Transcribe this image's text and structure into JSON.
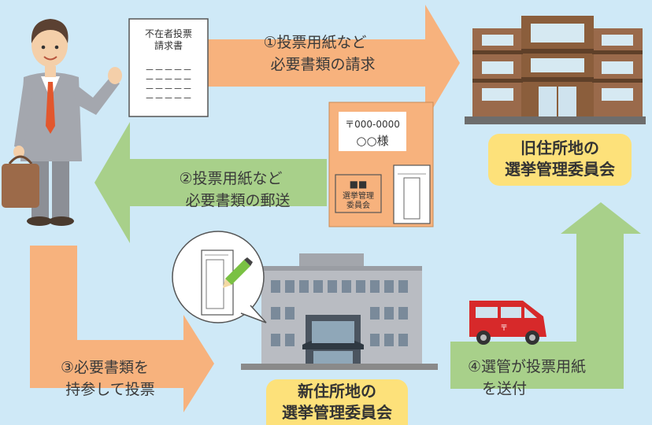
{
  "request_form": {
    "title_line1": "不在者投票",
    "title_line2": "請求書",
    "dash_lines": [
      "－－－－－",
      "－－－－－",
      "－－－－－",
      "－－－－－"
    ]
  },
  "envelope": {
    "postal_code": "〒000-0000",
    "addressee": "○○様",
    "marks": "■■",
    "sender_line1": "選挙管理",
    "sender_line2": "委員会"
  },
  "steps": {
    "step1_line1": "①投票用紙など",
    "step1_line2": "必要書類の請求",
    "step2_line1": "②投票用紙など",
    "step2_line2": "必要書類の郵送",
    "step3_line1": "③必要書類を",
    "step3_line2": "持参して投票",
    "step4_line1": "④選管が投票用紙",
    "step4_line2": "を送付"
  },
  "offices": {
    "old_line1": "旧住所地の",
    "old_line2": "選挙管理委員会",
    "new_line1": "新住所地の",
    "new_line2": "選挙管理委員会"
  },
  "colors": {
    "background": "#cfe9f7",
    "orange_arrow": "#f7b27d",
    "green_arrow": "#a8d08a",
    "office_label": "#fde17a"
  }
}
